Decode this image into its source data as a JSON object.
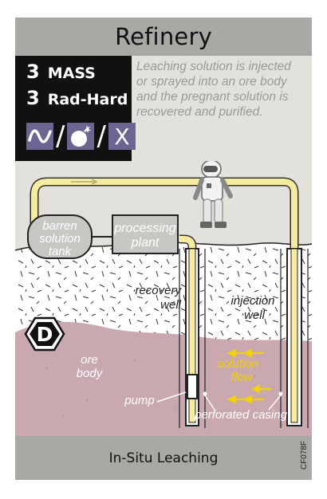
{
  "card": {
    "title": "Refinery",
    "stats": [
      {
        "value": "3",
        "label": "MASS"
      },
      {
        "value": "3",
        "label": "Rad-Hard"
      }
    ],
    "glyph_icons": [
      "sine-wave-icon",
      "bomb-icon",
      "x-icon"
    ],
    "glyph_x": "X",
    "slash": "/",
    "description_lines": [
      "Leaching solution is injected",
      "or sprayed into an ore body",
      "and the pregnant solution is",
      "recovered and purified."
    ],
    "diagram": {
      "tank_label": [
        "barren",
        "solution",
        "tank"
      ],
      "plant_label": [
        "processing",
        "plant"
      ],
      "recovery_label": [
        "recovery",
        "well"
      ],
      "injection_label": [
        "injection",
        "well"
      ],
      "ore_label": [
        "ore",
        "body"
      ],
      "flow_label": [
        "solution",
        "flow"
      ],
      "pump_label": "pump",
      "casing_label": "perforated casing",
      "badge_letter": "D"
    },
    "footer_title": "In-Situ Leaching",
    "card_code": "CF078F",
    "colors": {
      "header_bg": "#a8a8a5",
      "stats_bg": "#111111",
      "glyph_bg": "#6a6591",
      "ore": "#c9a8b0",
      "pipe": "#f5eca0",
      "flow_text": "#f2d200"
    }
  }
}
